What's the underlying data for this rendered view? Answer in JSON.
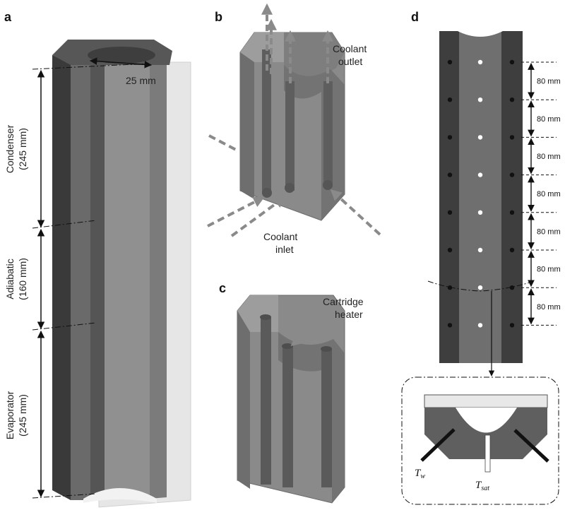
{
  "panel_labels": {
    "a": "a",
    "b": "b",
    "c": "c",
    "d": "d"
  },
  "panel_a": {
    "diameter": "25 mm",
    "sections": [
      {
        "name": "Condenser",
        "length": "(245 mm)"
      },
      {
        "name": "Adiabatic",
        "length": "(160 mm)"
      },
      {
        "name": "Evaporator",
        "length": "(245 mm)"
      }
    ]
  },
  "panel_b": {
    "outlet_line1": "Coolant",
    "outlet_line2": "outlet",
    "inlet_line1": "Coolant",
    "inlet_line2": "inlet"
  },
  "panel_c": {
    "heater_line1": "Cartridge",
    "heater_line2": "heater"
  },
  "panel_d": {
    "spacing_labels": [
      "80 mm",
      "80 mm",
      "80 mm",
      "80 mm",
      "80 mm",
      "80 mm",
      "80 mm"
    ],
    "tw_main": "T",
    "tw_sub": "w",
    "tsat_main": "T",
    "tsat_sub": "sat"
  }
}
